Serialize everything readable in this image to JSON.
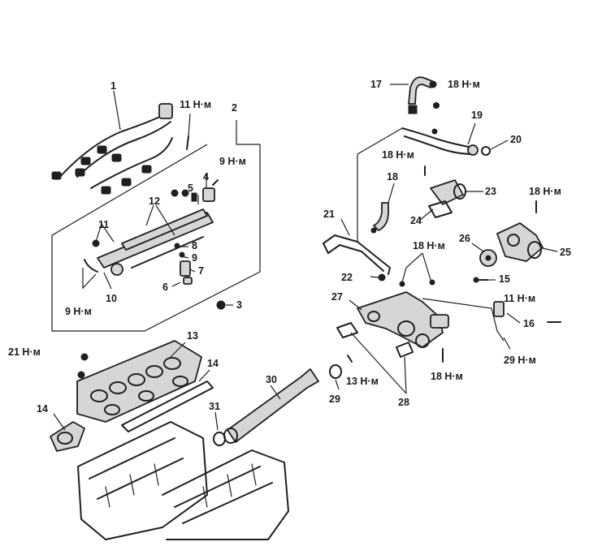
{
  "labels": {
    "l1": "1",
    "l2": "2",
    "l3": "3",
    "l4": "4",
    "l5": "5",
    "l6": "6",
    "l7": "7",
    "l8": "8",
    "l9": "9",
    "l10": "10",
    "l11": "11",
    "l12": "12",
    "l13": "13",
    "l14_upper": "14",
    "l14_lower": "14",
    "l15": "15",
    "l16": "16",
    "l17": "17",
    "l18": "18",
    "l19": "19",
    "l20": "20",
    "l21": "21",
    "l22": "22",
    "l23": "23",
    "l24": "24",
    "l25": "25",
    "l26": "26",
    "l27": "27",
    "l28": "28",
    "l29": "29",
    "l30": "30",
    "l31": "31",
    "l11_torque_top": "11 Н·м",
    "l9_torque_top": "9 Н·м",
    "l9_torque_left": "9 Н·м",
    "l21_torque": "21 Н·м",
    "l13_torque": "13 Н·м",
    "l18_torque_bottom": "18 Н·м",
    "l18_torque_top": "18 Н·м",
    "l18_torque_mid": "18 Н·м",
    "l18_torque_right": "18 Н·м",
    "l18_torque_lower": "18 Н·м",
    "l11_torque_right": "11 Н·м",
    "l29_torque": "29 Н·м"
  }
}
